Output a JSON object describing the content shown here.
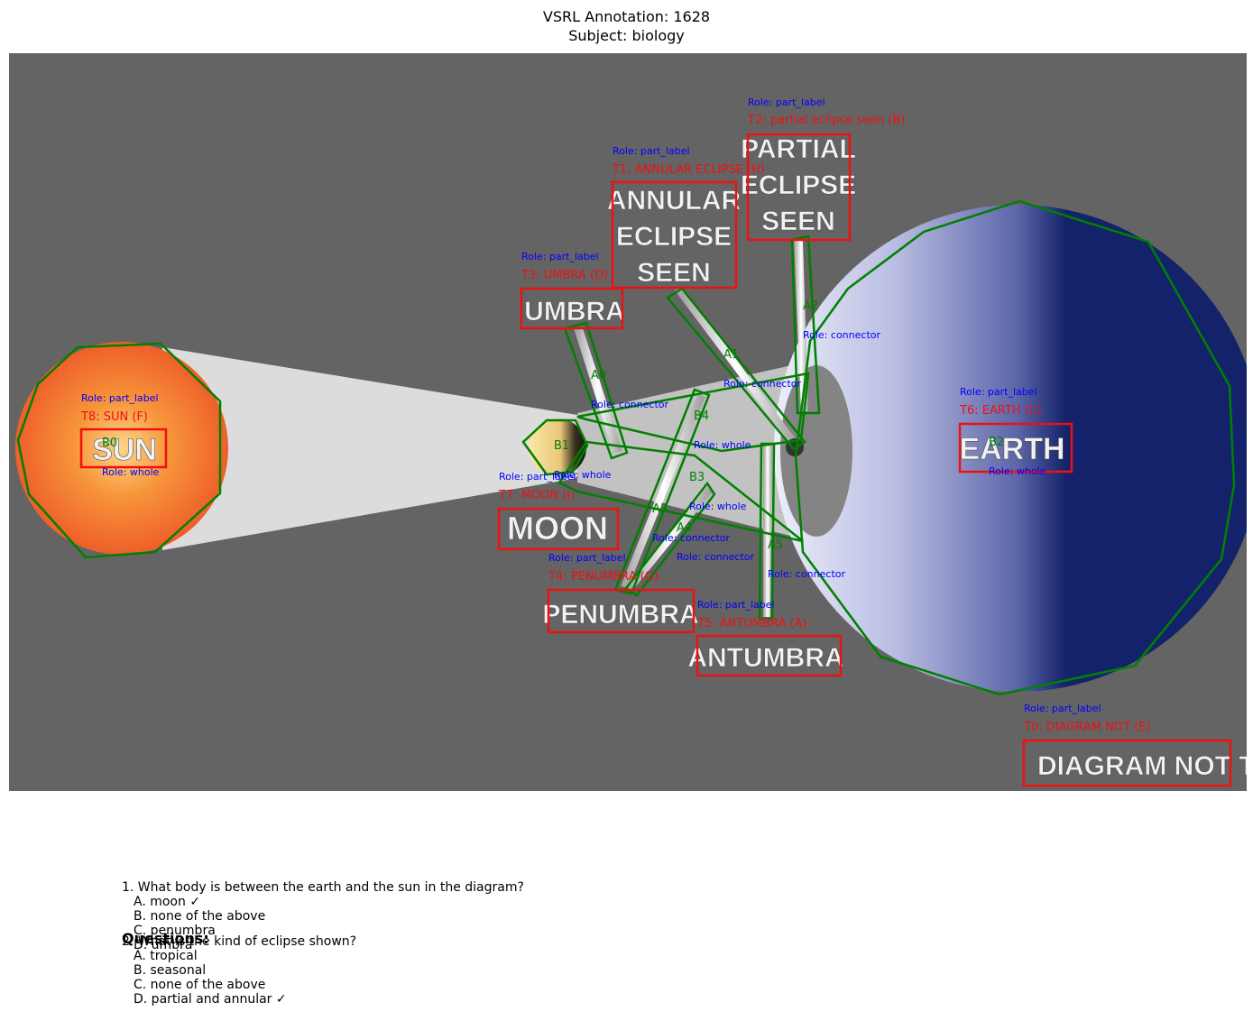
{
  "figure": {
    "title_line1": "VSRL Annotation: 1628",
    "title_line2": "Subject: biology"
  },
  "diagram": {
    "image_labels": {
      "partial": [
        "PARTIAL",
        "ECLIPSE",
        "SEEN"
      ],
      "annular": [
        "ANNULAR",
        "ECLIPSE",
        "SEEN"
      ],
      "umbra": "UMBRA",
      "sun": "SUN",
      "moon": "MOON",
      "penumbra": "PENUMBRA",
      "antumbra": "ANTUMBRA",
      "earth": "EARTH",
      "diagram_not": "DIAGRAM NOT T"
    },
    "text_annotations": [
      {
        "id": "T0",
        "label": "T0: DIAGRAM NOT  (E)",
        "role": "Role: part_label"
      },
      {
        "id": "T1",
        "label": "T1: ANNULAR ECLIPSE (H)",
        "role": "Role: part_label"
      },
      {
        "id": "T2",
        "label": "T2: partial eclipse seen (B)",
        "role": "Role: part_label"
      },
      {
        "id": "T3",
        "label": "T3: UMBRA (D)",
        "role": "Role: part_label"
      },
      {
        "id": "T4",
        "label": "T4: PENUMBRA (G)",
        "role": "Role: part_label"
      },
      {
        "id": "T5",
        "label": "T5: ANTUMBRA (A)",
        "role": "Role: part_label"
      },
      {
        "id": "T6",
        "label": "T6: EARTH (C)",
        "role": "Role: part_label"
      },
      {
        "id": "T7",
        "label": "T7: MOON (I)",
        "role": "Role: part_label"
      },
      {
        "id": "T8",
        "label": "T8: SUN (F)",
        "role": "Role: part_label"
      }
    ],
    "blob_annotations": [
      {
        "id": "B0",
        "role": "Role: whole"
      },
      {
        "id": "B1",
        "role": "Role: whole"
      },
      {
        "id": "B2",
        "role": "Role: whole"
      },
      {
        "id": "B3",
        "role": "Role: whole"
      },
      {
        "id": "B4",
        "role": "Role: whole"
      }
    ],
    "arrow_annotations": [
      {
        "id": "A0",
        "role": "Role: connector"
      },
      {
        "id": "A1",
        "role": "Role: connector"
      },
      {
        "id": "A2",
        "role": "Role: connector"
      },
      {
        "id": "A3",
        "role": "Role: connector"
      },
      {
        "id": "A4",
        "role": "Role: connector"
      },
      {
        "id": "A5",
        "role": "Role: connector"
      }
    ],
    "colors": {
      "text_box": "#ee1111",
      "shape": "#008000",
      "role": "#0000ff",
      "background": "#646464",
      "earth_dark": "#13226a",
      "sun": "#f06a2a"
    }
  },
  "questions": {
    "heading": "Questions:",
    "q1": "1. What body is between the earth and the sun in the diagram?",
    "q1_options": [
      "A. moon ✓",
      "B. none of the above",
      "C. penumbra",
      "D. umbra"
    ],
    "q2": "2. What is the kind of eclipse shown?",
    "q2_options": [
      "A. tropical",
      "B. seasonal",
      "C. none of the above",
      "D. partial and annular ✓"
    ]
  }
}
